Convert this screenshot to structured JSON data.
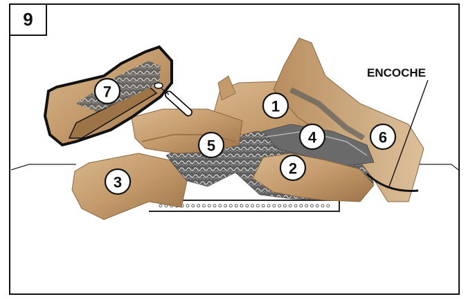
{
  "step_number": "9",
  "callout_label": "ENCOCHE",
  "log_labels": [
    "1",
    "2",
    "3",
    "4",
    "5",
    "6",
    "7"
  ],
  "colors": {
    "frame": "#111111",
    "log_wood": "#c9a57a",
    "log_wood_dark": "#8a6540",
    "ember": "#6d6d6d",
    "badge_fill": "#ffffff"
  },
  "icons": [
    "log-stack-illustration",
    "detached-log-illustration",
    "burner-pan-illustration"
  ]
}
